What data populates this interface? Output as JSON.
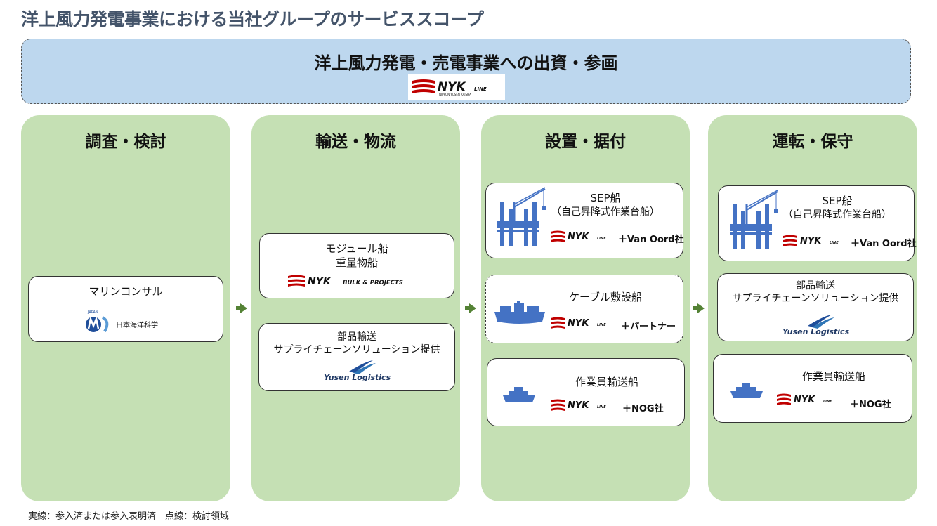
{
  "title": "洋上風力発電事業における当社グループのサービススコープ",
  "banner": {
    "title": "洋上風力発電・売電事業への出資・参画",
    "logo": "NYK LINE"
  },
  "logos": {
    "nyk": "NYK",
    "nyk_line": "LINE",
    "nyk_sub": "NIPPON YUSEN KAISHA",
    "nyk_bulk": "BULK & PROJECTS",
    "yusen": "Yusen Logistics",
    "jms_japan": "JAPAN",
    "jms_name": "日本海洋科学"
  },
  "columns": [
    {
      "title": "調査・検討",
      "cards": [
        {
          "label": "マリンコンサル"
        }
      ]
    },
    {
      "title": "輸送・物流",
      "cards": [
        {
          "label1": "モジュール船",
          "label2": "重量物船"
        },
        {
          "label1": "部品輸送",
          "label2": "サプライチェーンソリューション提供"
        }
      ]
    },
    {
      "title": "設置・据付",
      "cards": [
        {
          "label1": "SEP船",
          "label2": "（自己昇降式作業台船）",
          "partner": "＋Van Oord社"
        },
        {
          "label1": "ケーブル敷設船",
          "partner": "＋パートナー"
        },
        {
          "label1": "作業員輸送船",
          "partner": "＋NOG社"
        }
      ]
    },
    {
      "title": "運転・保守",
      "cards": [
        {
          "label1": "SEP船",
          "label2": "（自己昇降式作業台船）",
          "partner": "＋Van Oord社"
        },
        {
          "label1": "部品輸送",
          "label2": "サプライチェーンソリューション提供"
        },
        {
          "label1": "作業員輸送船",
          "partner": "＋NOG社"
        }
      ]
    }
  ],
  "footnote": "実線：参入済または参入表明済　点線：検討領域",
  "colors": {
    "accent_blue": "#4472c4",
    "column_green": "#c5e0b4",
    "banner_blue": "#bdd7ee",
    "arrow_green": "#548235",
    "nyk_red": "#c00000"
  }
}
